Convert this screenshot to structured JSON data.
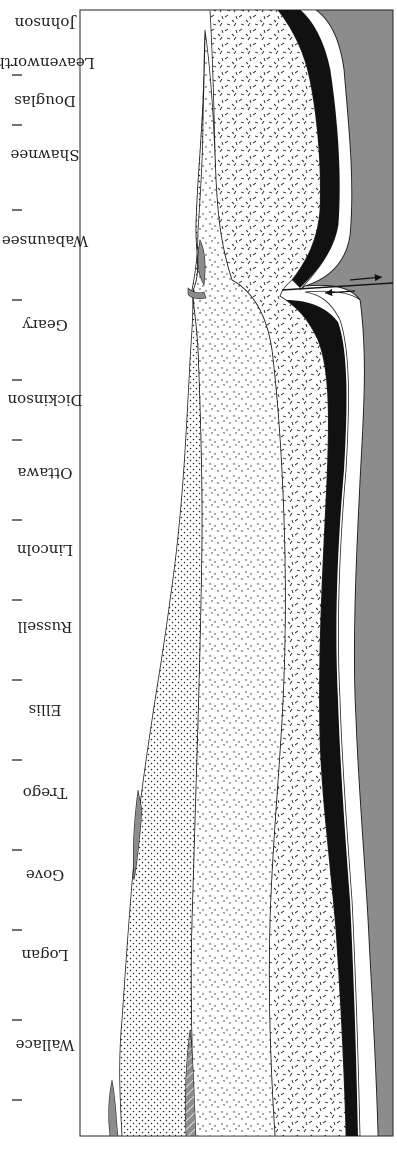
{
  "colors": {
    "ink": "#222222",
    "gray_unit": "#8c8c8c",
    "black_unit": "#111111",
    "paper": "#ffffff"
  },
  "cross_section": {
    "orientation": "rotated-180",
    "counties": [
      "Johnson",
      "Leavenworth",
      "Douglas",
      "Shawnee",
      "Wabaunsee",
      "Geary",
      "Dickinson",
      "Ottawa",
      "Lincoln",
      "Russell",
      "Ellis",
      "Trego",
      "Gove",
      "Logan",
      "Wallace"
    ],
    "fill_patterns": [
      "gray",
      "white",
      "black",
      "diagonal-hatch",
      "dashes",
      "sparse-dots",
      "dense-dots"
    ],
    "fault_arrows": [
      "arrow-left",
      "arrow-right"
    ]
  }
}
